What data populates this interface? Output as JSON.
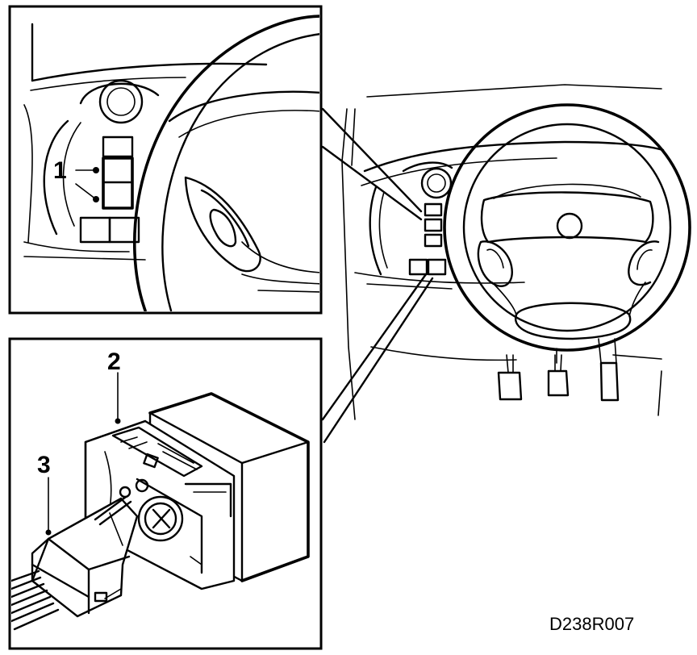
{
  "diagram": {
    "callouts": {
      "switch": "1",
      "relay": "2",
      "connector": "3"
    },
    "reference_code": "D238R007"
  }
}
